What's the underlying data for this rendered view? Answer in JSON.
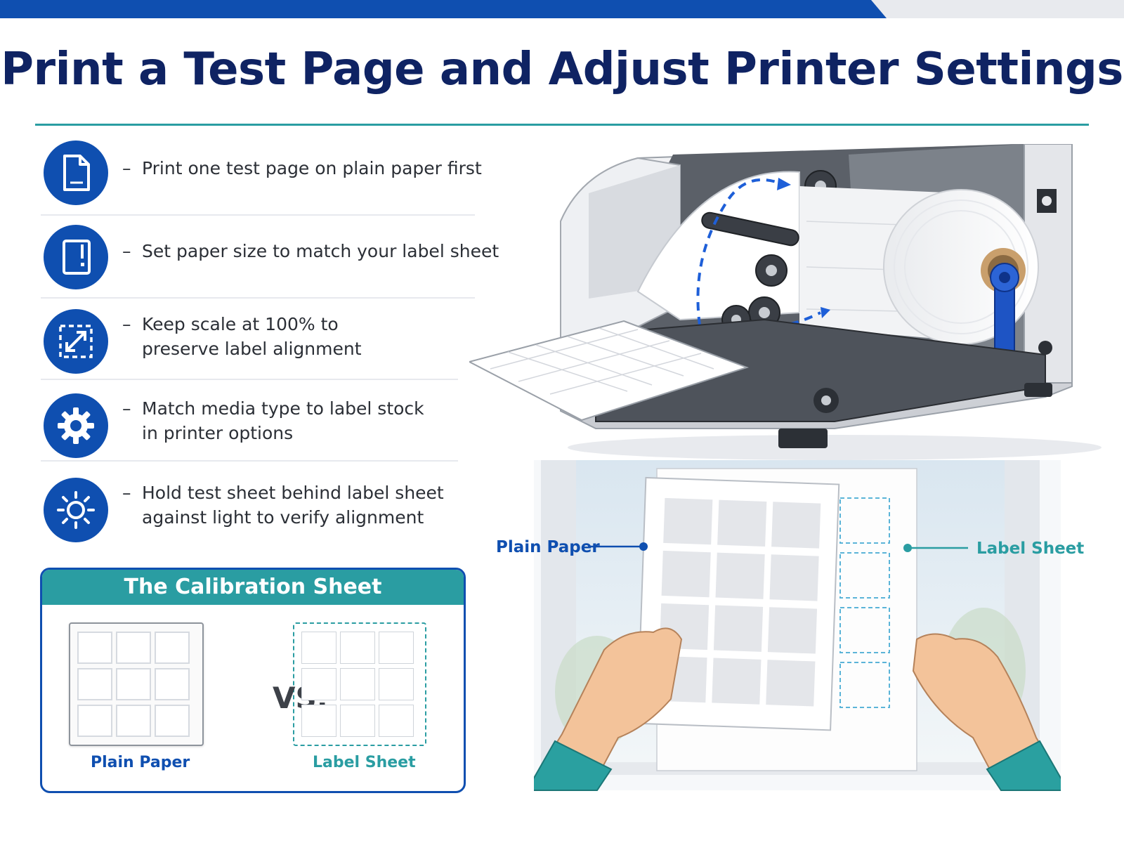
{
  "title": "Print a Test Page and Adjust Printer Settings",
  "colors": {
    "navy": "#0f2363",
    "brand_blue": "#0f4fb0",
    "teal": "#2a9da2",
    "text": "#2b2f36"
  },
  "steps": [
    {
      "icon": "document-icon",
      "dash": "–",
      "text": "Print one test page on plain paper first"
    },
    {
      "icon": "page-size-icon",
      "dash": "–",
      "text": "Set paper size to match your label sheet"
    },
    {
      "icon": "resize-icon",
      "dash": "–",
      "text": "Keep scale at 100% to\npreserve label alignment"
    },
    {
      "icon": "gear-icon",
      "dash": "–",
      "text": "Match media type to label stock\nin printer options"
    },
    {
      "icon": "sun-icon",
      "dash": "–",
      "text": "Hold test sheet behind label sheet\nagainst light to verify alignment"
    }
  ],
  "calibration": {
    "title": "The Calibration Sheet",
    "vs": "VS.",
    "plain_label": "Plain Paper",
    "label_label": "Label Sheet"
  },
  "photo": {
    "plain_callout": "Plain Paper",
    "label_callout": "Label Sheet"
  }
}
